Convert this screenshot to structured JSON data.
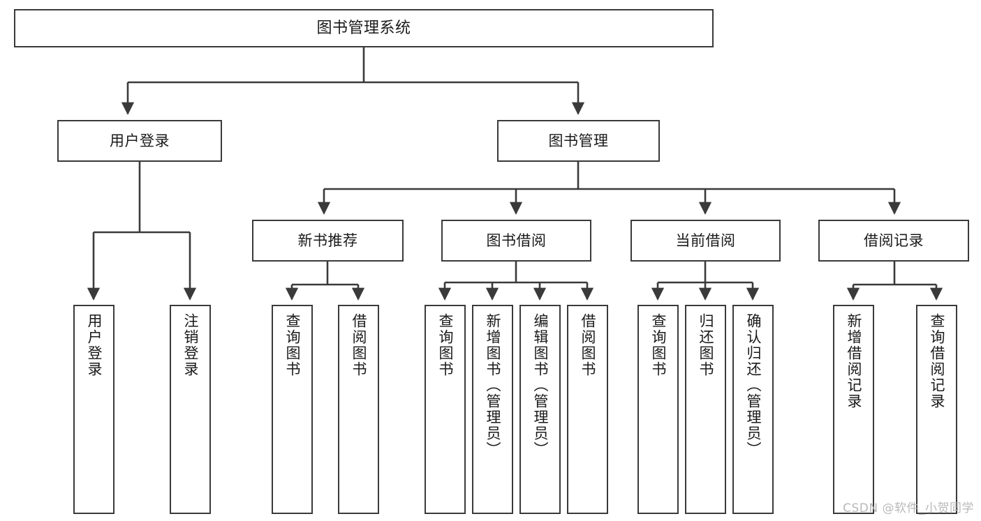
{
  "diagram": {
    "title": "图书管理系统",
    "root": {
      "label": "图书管理系统"
    },
    "level1": [
      {
        "label": "用户登录"
      },
      {
        "label": "图书管理"
      }
    ],
    "level2": [
      {
        "label": "新书推荐"
      },
      {
        "label": "图书借阅"
      },
      {
        "label": "当前借阅"
      },
      {
        "label": "借阅记录"
      }
    ],
    "leaves": [
      {
        "label": "用户登录",
        "parent": "用户登录"
      },
      {
        "label": "注销登录",
        "parent": "用户登录"
      },
      {
        "label": "查询图书",
        "parent": "新书推荐"
      },
      {
        "label": "借阅图书",
        "parent": "新书推荐"
      },
      {
        "label": "查询图书",
        "parent": "图书借阅"
      },
      {
        "label": "新增图书（管理员）",
        "parent": "图书借阅"
      },
      {
        "label": "编辑图书（管理员）",
        "parent": "图书借阅"
      },
      {
        "label": "借阅图书",
        "parent": "图书借阅"
      },
      {
        "label": "查询图书",
        "parent": "当前借阅"
      },
      {
        "label": "归还图书",
        "parent": "当前借阅"
      },
      {
        "label": "确认归还（管理员）",
        "parent": "当前借阅"
      },
      {
        "label": "新增借阅记录",
        "parent": "借阅记录"
      },
      {
        "label": "查询借阅记录",
        "parent": "借阅记录"
      }
    ]
  },
  "watermark": {
    "text": "CSDN @软件_小贺同学"
  },
  "colors": {
    "stroke": "#3a3a3a",
    "background": "#ffffff",
    "text": "#1a1a1a",
    "watermark": "#b8b8b8"
  }
}
